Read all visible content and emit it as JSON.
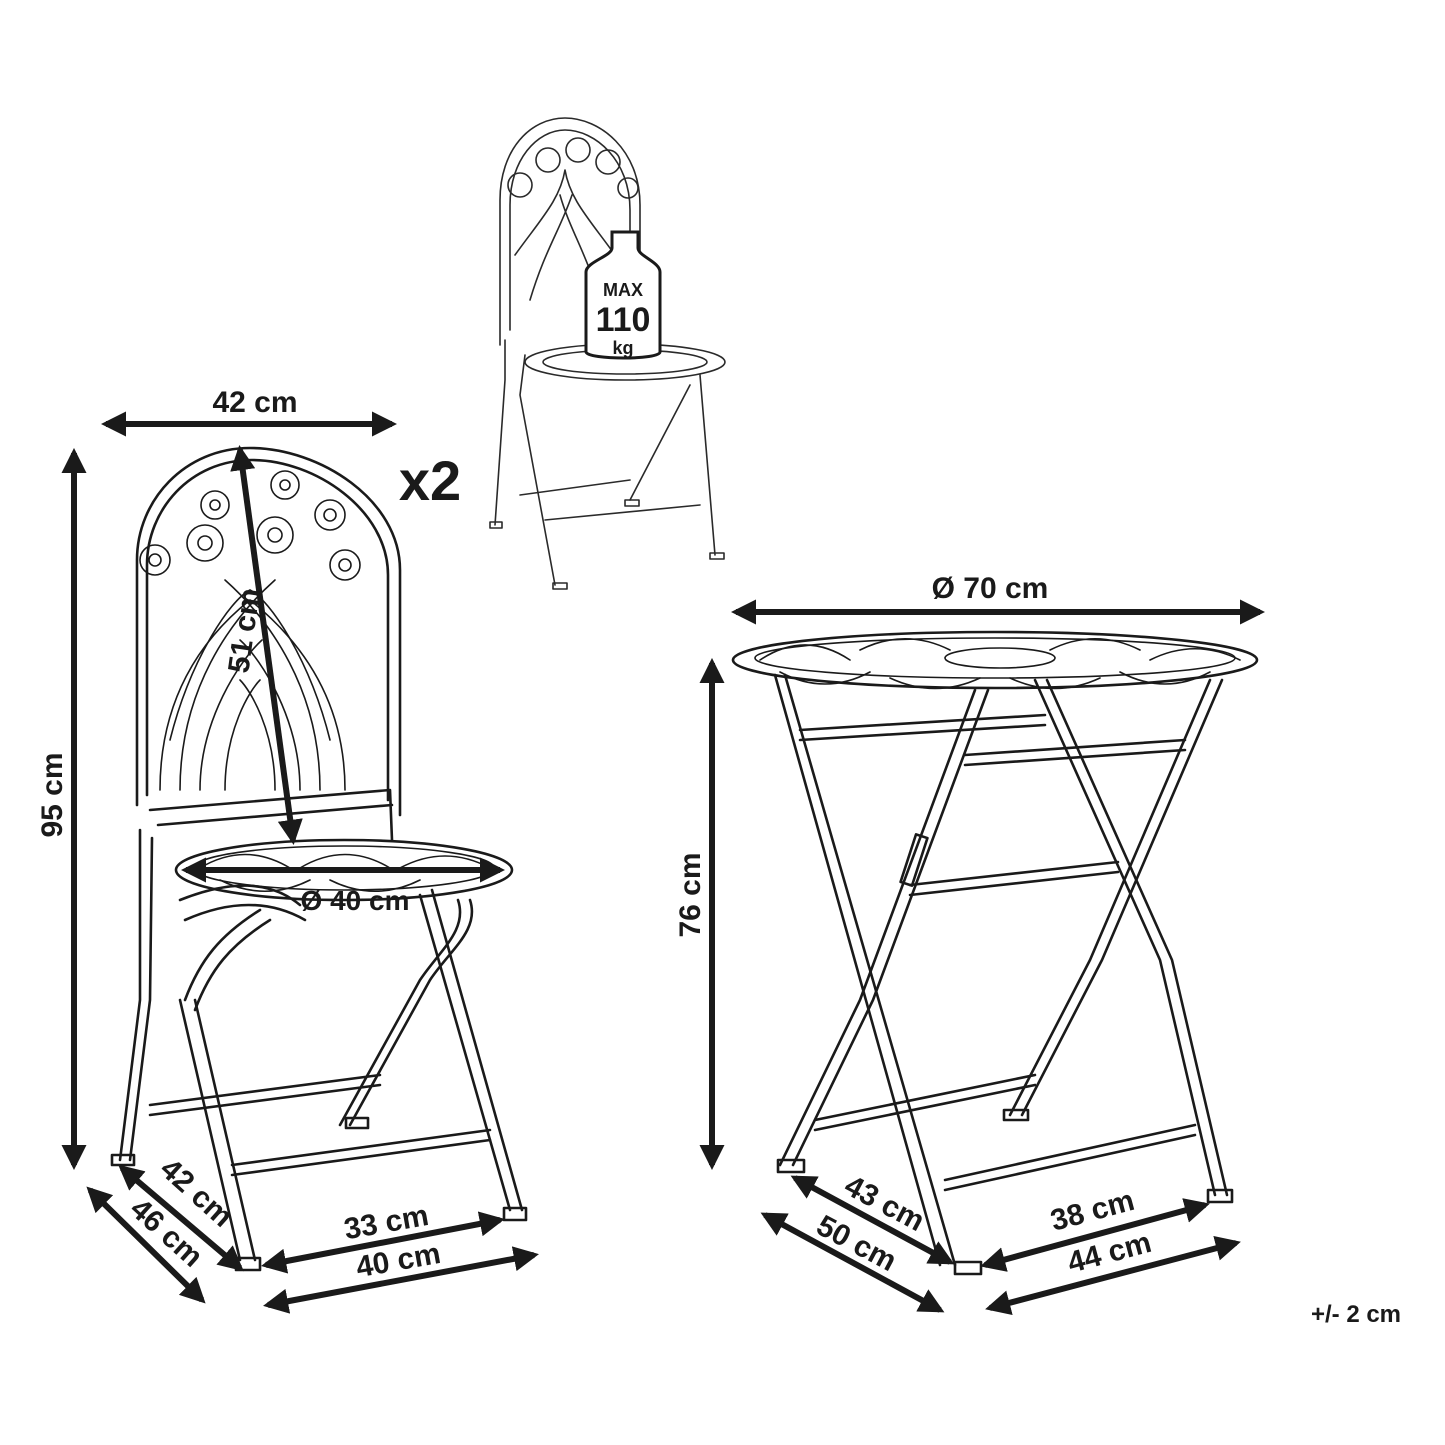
{
  "labels": {
    "chair_width": "42 cm",
    "chair_height": "95 cm",
    "back_height": "51 cm",
    "seat_diameter": "Ø 40 cm",
    "quantity": "x2",
    "chair_depth_inner": "42 cm",
    "chair_depth_outer": "46 cm",
    "chair_front_inner": "33 cm",
    "chair_front_outer": "40 cm",
    "table_diameter": "Ø 70 cm",
    "table_height": "76 cm",
    "table_depth_inner": "43 cm",
    "table_depth_outer": "50 cm",
    "table_front_inner": "38 cm",
    "table_front_outer": "44 cm",
    "tolerance": "+/- 2 cm"
  },
  "weight_badge": {
    "line1": "MAX",
    "line2": "110",
    "line3": "kg"
  },
  "colors": {
    "ink": "#1a1a1a",
    "background": "#ffffff"
  }
}
